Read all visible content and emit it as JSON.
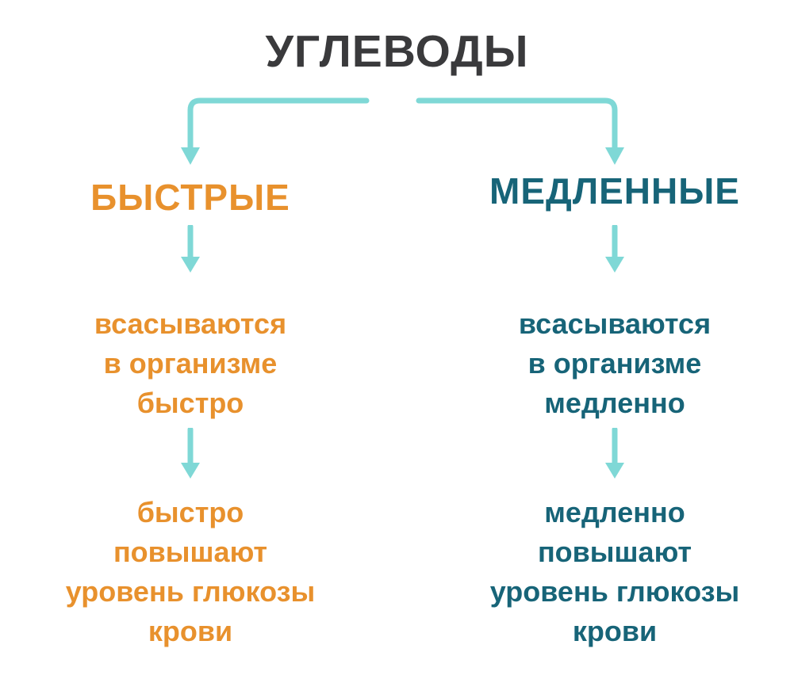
{
  "title": "УГЛЕВОДЫ",
  "colors": {
    "title": "#3a3a3c",
    "fast": "#e8912d",
    "slow": "#176478",
    "arrow": "#7fd8d6"
  },
  "branches": {
    "fast": {
      "heading": "БЫСТРЫЕ",
      "step1": "всасываются\nв организме\nбыстро",
      "step2": "быстро\nповышают\nуровень глюкозы\nкрови"
    },
    "slow": {
      "heading": "МЕДЛЕННЫЕ",
      "step1": "всасываются\nв организме\nмедленно",
      "step2": "медленно\nповышают\nуровень глюкозы\nкрови"
    }
  }
}
